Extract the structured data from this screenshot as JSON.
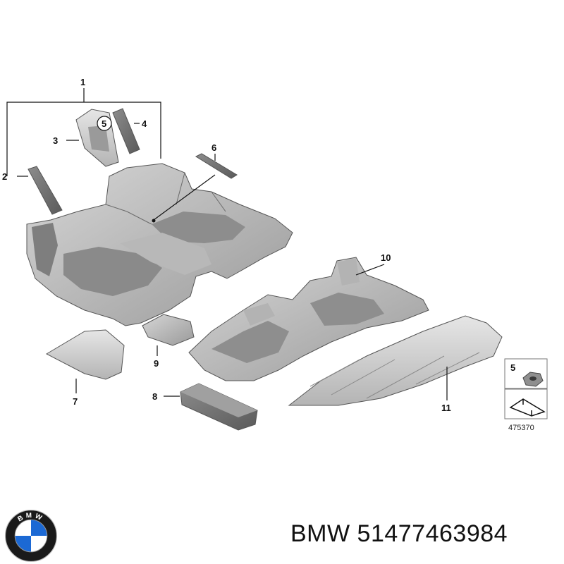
{
  "diagram": {
    "callouts": {
      "c1": "1",
      "c2": "2",
      "c3": "3",
      "c4": "4",
      "c5": "5",
      "c6": "6",
      "c7": "7",
      "c8": "8",
      "c9": "9",
      "c10": "10",
      "c11": "11",
      "legend5": "5"
    },
    "ref_code": "475370"
  },
  "footer": {
    "brand": "BMW",
    "part_number": "51477463984"
  },
  "logo": {
    "letters": "BMW",
    "colors": {
      "blue": "#1c69d4",
      "white": "#ffffff",
      "ring": "#1a1a1a"
    }
  }
}
